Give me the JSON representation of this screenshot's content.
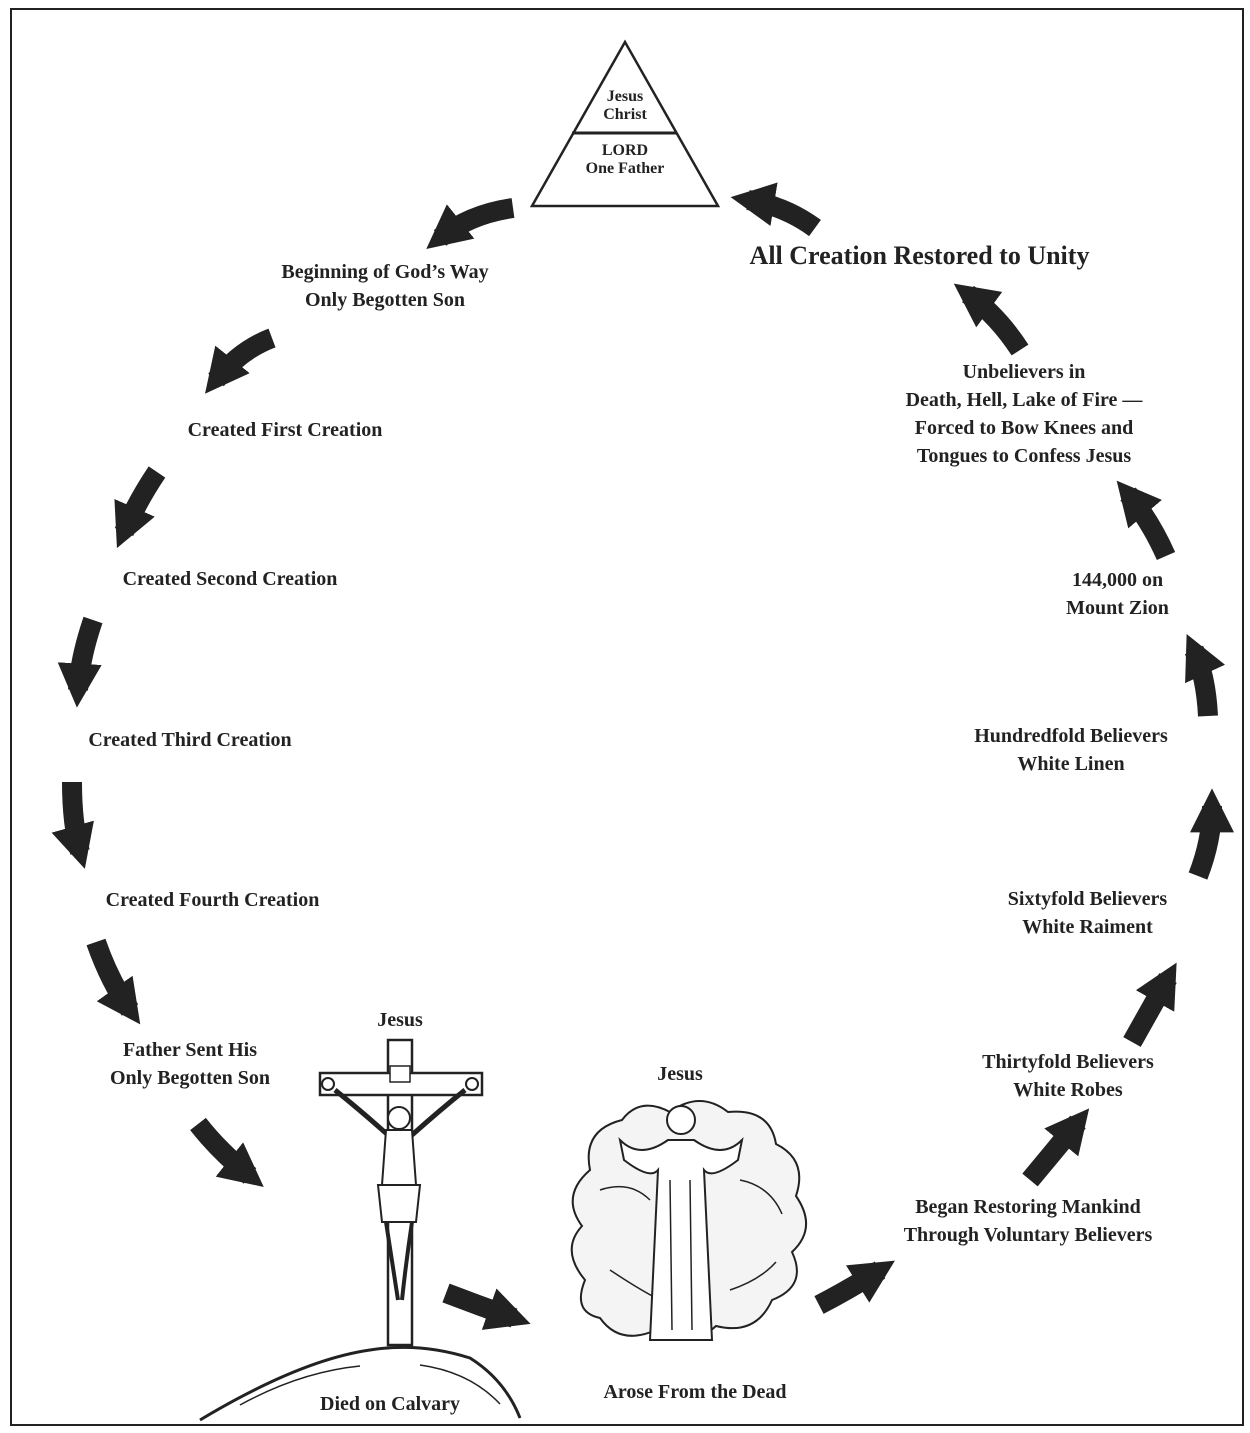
{
  "pyramid": {
    "top_lines": [
      "Jesus",
      "Christ"
    ],
    "bottom_lines": [
      "LORD",
      "One Father"
    ]
  },
  "steps": {
    "beginning": [
      "Beginning of God’s Way",
      "Only Begotten Son"
    ],
    "first": "Created First Creation",
    "second": "Created Second Creation",
    "third": "Created Third Creation",
    "fourth": "Created Fourth Creation",
    "sent": [
      "Father Sent His",
      "Only Begotten Son"
    ],
    "jesus_cross": "Jesus",
    "calvary": "Died on Calvary",
    "jesus_risen": "Jesus",
    "arose": "Arose From the Dead",
    "restoring": [
      "Began Restoring Mankind",
      "Through Voluntary Believers"
    ],
    "thirtyfold": [
      "Thirtyfold Believers",
      "White Robes"
    ],
    "sixtyfold": [
      "Sixtyfold Believers",
      "White Raiment"
    ],
    "hundredfold": [
      "Hundredfold Believers",
      "White Linen"
    ],
    "zion": [
      "144,000 on",
      "Mount Zion"
    ],
    "unbelievers": [
      "Unbelievers in",
      "Death, Hell, Lake of Fire —",
      "Forced to Bow Knees and",
      "Tongues to Confess Jesus"
    ],
    "restored": "All Creation Restored to Unity"
  },
  "colors": {
    "ink": "#222222",
    "paper": "#ffffff",
    "cloud": "#f4f4f4"
  },
  "illustrations": [
    "crucifix-on-hill-illustration",
    "risen-christ-in-clouds-illustration"
  ]
}
